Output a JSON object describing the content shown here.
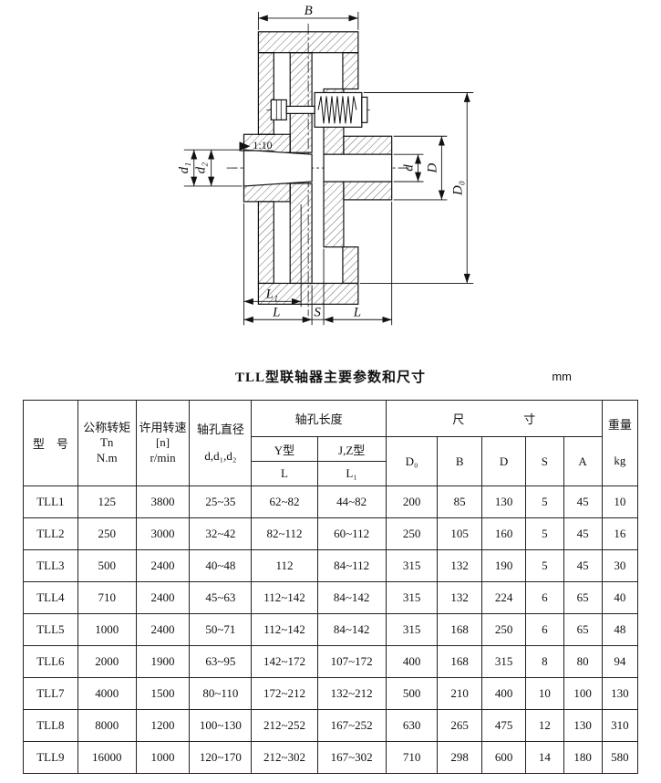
{
  "page": {
    "table_title": "TLL型联轴器主要参数和尺寸",
    "unit_label": "mm",
    "line_color": "#111111",
    "background": "#ffffff"
  },
  "drawing": {
    "description": "cross-section of TLL elastic pin coupling with brake wheel",
    "labels": {
      "B": "B",
      "d1": "d₁",
      "d2": "d₂",
      "taper": "1:10",
      "d": "d",
      "D": "D",
      "D0": "D₀",
      "L1": "L₁",
      "L_left": "L",
      "S": "S",
      "L_right": "L"
    }
  },
  "table": {
    "header": {
      "model": "型　号",
      "torque_l1": "公称转矩",
      "torque_l2": "Tn",
      "torque_l3": "N.m",
      "speed_l1": "许用转速",
      "speed_l2": "[n]",
      "speed_l3": "r/min",
      "bore_l1": "轴孔直径",
      "bore_l2": "d,d₁,d₂",
      "bore_length": "轴孔长度",
      "y_type": "Y型",
      "jz_type": "J,Z型",
      "col_L": "L",
      "col_L1": "L₁",
      "dims": "尺　　　　　寸",
      "col_D0": "D₀",
      "col_B": "B",
      "col_D": "D",
      "col_S": "S",
      "col_A": "A",
      "weight_l1": "重量",
      "weight_l2": "kg"
    },
    "rows": [
      [
        "TLL1",
        "125",
        "3800",
        "25~35",
        "62~82",
        "44~82",
        "200",
        "85",
        "130",
        "5",
        "45",
        "10"
      ],
      [
        "TLL2",
        "250",
        "3000",
        "32~42",
        "82~112",
        "60~112",
        "250",
        "105",
        "160",
        "5",
        "45",
        "16"
      ],
      [
        "TLL3",
        "500",
        "2400",
        "40~48",
        "112",
        "84~112",
        "315",
        "132",
        "190",
        "5",
        "45",
        "30"
      ],
      [
        "TLL4",
        "710",
        "2400",
        "45~63",
        "112~142",
        "84~142",
        "315",
        "132",
        "224",
        "6",
        "65",
        "40"
      ],
      [
        "TLL5",
        "1000",
        "2400",
        "50~71",
        "112~142",
        "84~142",
        "315",
        "168",
        "250",
        "6",
        "65",
        "48"
      ],
      [
        "TLL6",
        "2000",
        "1900",
        "63~95",
        "142~172",
        "107~172",
        "400",
        "168",
        "315",
        "8",
        "80",
        "94"
      ],
      [
        "TLL7",
        "4000",
        "1500",
        "80~110",
        "172~212",
        "132~212",
        "500",
        "210",
        "400",
        "10",
        "100",
        "130"
      ],
      [
        "TLL8",
        "8000",
        "1200",
        "100~130",
        "212~252",
        "167~252",
        "630",
        "265",
        "475",
        "12",
        "130",
        "310"
      ],
      [
        "TLL9",
        "16000",
        "1000",
        "120~170",
        "212~302",
        "167~302",
        "710",
        "298",
        "600",
        "14",
        "180",
        "580"
      ]
    ]
  }
}
